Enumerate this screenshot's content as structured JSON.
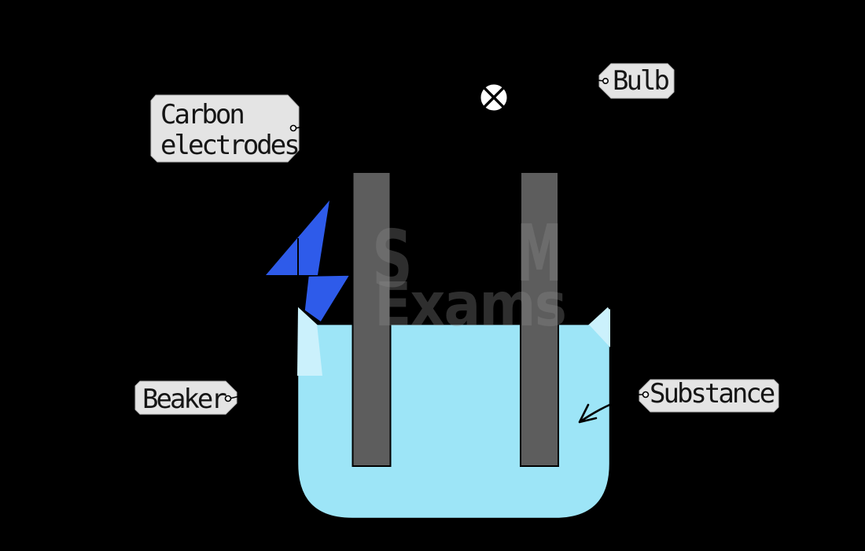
{
  "colors": {
    "background": "#000000",
    "liquid": "#9de5f7",
    "liquid-light": "#cbf1fc",
    "electrode": "#5d5d5d",
    "bolt": "#2e5bea",
    "tag-bg": "#e4e4e4",
    "text": "#151515",
    "line": "#000000",
    "bulb-fill": "#ffffff",
    "watermark": "rgba(140,140,140,0.33)"
  },
  "labels": {
    "carbon_electrodes": {
      "line1": "Carbon",
      "line2": "electrodes"
    },
    "bulb": {
      "text": "Bulb"
    },
    "beaker": {
      "text": "Beaker"
    },
    "substance": {
      "text": "Substance"
    }
  },
  "watermark": {
    "letter_left": "S",
    "letter_right": "M",
    "word": "Exams"
  }
}
